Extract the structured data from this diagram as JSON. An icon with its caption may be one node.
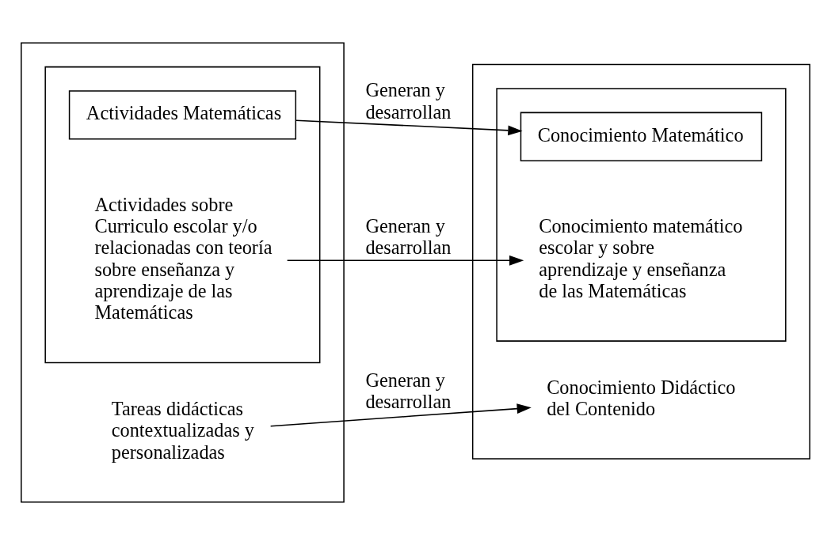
{
  "diagram": {
    "nodes": [
      {
        "text": [],
        "shape": "box"
      },
      {
        "text": [],
        "shape": "box",
        "in": 0
      },
      {
        "text": [
          "Actividades Matemáticas"
        ],
        "in": 1
      },
      {
        "text": [
          "Actividades sobre Curriculo escolar y/o relacionadas con teoría sobre enseñanza y aprendizaje de las Matemáticas"
        ],
        "in": 1
      },
      {
        "text": [
          "Tareas didácticas contextualizadas y personalizadas"
        ],
        "in": 0
      },
      {
        "text": [],
        "shape": "box"
      },
      {
        "text": [],
        "shape": "box",
        "in": 5
      },
      {
        "text": [
          "Conocimiento Matemático"
        ],
        "in": 6
      },
      {
        "text": [
          "Conocimiento matemático escolar y sobre aprendizaje y enseñanza de las Matemáticas"
        ],
        "in": 6
      },
      {
        "text": [
          "Conocimiento Didáctico del Contenido"
        ],
        "in": 5
      }
    ],
    "edges": [
      {
        "from": 2,
        "to": 7,
        "arrow": "to",
        "label": "Generan y desarrollan"
      },
      {
        "from": 3,
        "to": 8,
        "arrow": "to",
        "label": "Generan y desarrollan"
      },
      {
        "from": 4,
        "to": 9,
        "arrow": "to",
        "label": "Generan y desarrollan"
      }
    ]
  }
}
